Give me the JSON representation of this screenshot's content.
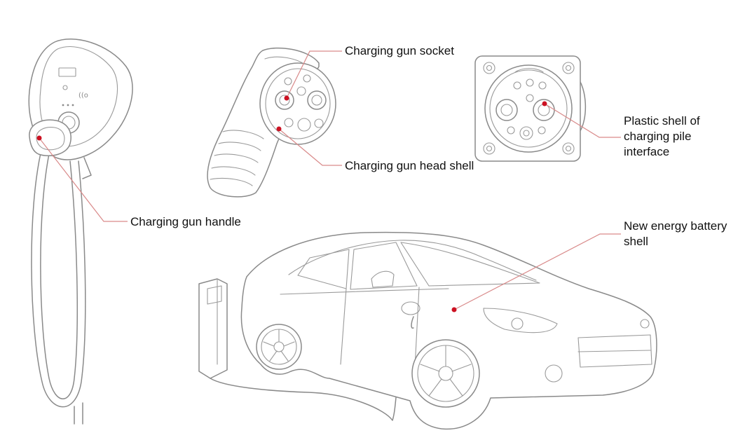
{
  "labels": {
    "gun_socket": "Charging gun socket",
    "gun_head_shell": "Charging gun head shell",
    "pile_interface_shell": [
      "Plastic shell of",
      "charging pile",
      "interface"
    ],
    "gun_handle": "Charging gun handle",
    "battery_shell": [
      "New energy battery",
      "shell"
    ]
  },
  "colors": {
    "line_art": "#8a8a8a",
    "leader_line": "#d98a8a",
    "marker_dot": "#cc1122",
    "label_text": "#111111"
  }
}
